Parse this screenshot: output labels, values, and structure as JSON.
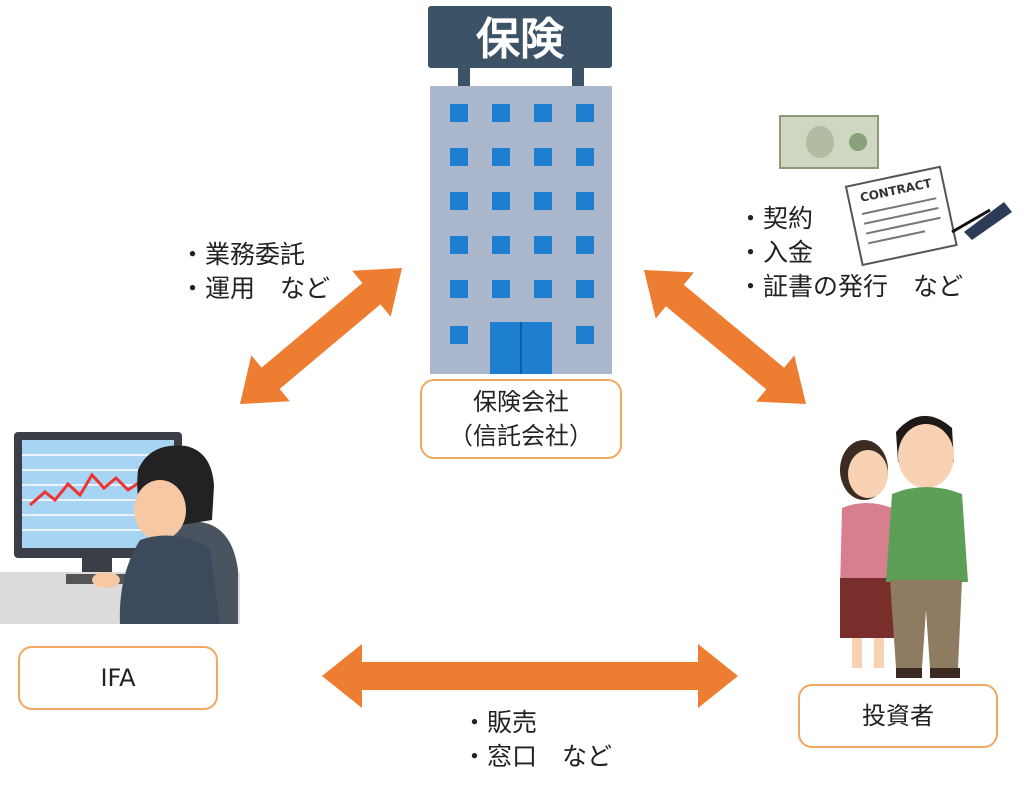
{
  "building": {
    "sign_text": "保険"
  },
  "nodes": {
    "insurance": {
      "line1": "保険会社",
      "line2": "（信託会社）"
    },
    "ifa": {
      "label": "IFA"
    },
    "investor": {
      "label": "投資者"
    }
  },
  "notes": {
    "ifa_insurance": [
      "・業務委託",
      "・運用　など"
    ],
    "insurance_investor": [
      "・契約",
      "・入金",
      "・証書の発行　など"
    ],
    "ifa_investor": [
      "・販売",
      "・窓口　など"
    ]
  },
  "decor": {
    "contract_text": "CONTRACT"
  },
  "colors": {
    "arrow": "#ed7d31",
    "box_border": "#f0a862",
    "building": "#aab7cc",
    "window": "#1e7fd0",
    "sign": "#3c5266"
  }
}
